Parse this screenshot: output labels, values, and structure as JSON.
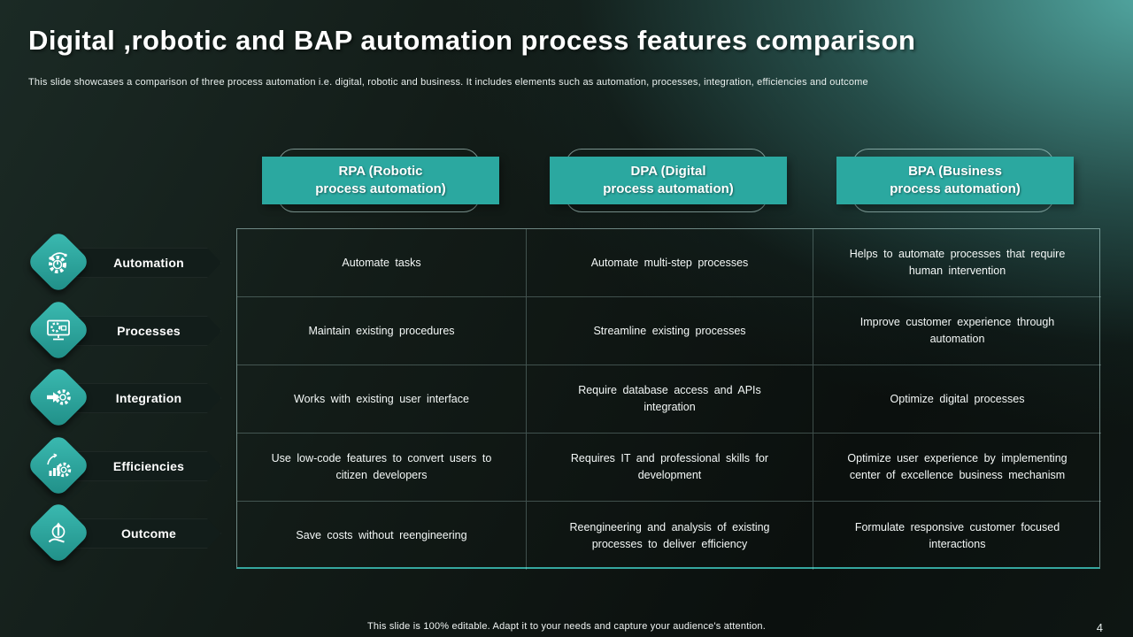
{
  "slide": {
    "title": "Digital ,robotic and BAP automation process features comparison",
    "subtitle": "This slide showcases a comparison of three process automation i.e. digital, robotic and business. It includes elements such as automation, processes, integration, efficiencies and outcome",
    "footer_note": "This slide is 100% editable.  Adapt it to your needs and capture your audience's attention.",
    "page_number": "4"
  },
  "colors": {
    "accent_teal": "#2BA8A0",
    "banner_dark": "#121D1A",
    "background_dark": "#0C110F",
    "text": "#FFFFFF"
  },
  "column_headers": [
    {
      "lines": [
        "RPA (Robotic",
        "process automation)"
      ]
    },
    {
      "lines": [
        "DPA (Digital",
        "process automation)"
      ]
    },
    {
      "lines": [
        "BPA (Business",
        "process automation)"
      ]
    }
  ],
  "rows": [
    {
      "label": "Automation",
      "icon": "automation-gear-icon",
      "cells": [
        "Automate tasks",
        "Automate multi-step processes",
        "Helps to automate processes that require human intervention"
      ]
    },
    {
      "label": "Processes",
      "icon": "monitor-gear-icon",
      "cells": [
        "Maintain existing procedures",
        "Streamline existing processes",
        "Improve  customer experience through  automation"
      ]
    },
    {
      "label": "Integration",
      "icon": "arrow-into-gear-icon",
      "cells": [
        "Works with existing user interface",
        "Require database access and APIs integration",
        "Optimize digital processes"
      ]
    },
    {
      "label": "Efficiencies",
      "icon": "growth-chart-gear-icon",
      "cells": [
        "Use low-code features to convert users to citizen developers",
        "Requires IT and professional skills for development",
        "Optimize user experience by implementing center of excellence business mechanism"
      ]
    },
    {
      "label": "Outcome",
      "icon": "hand-arrow-up-icon",
      "cells": [
        "Save costs without reengineering",
        "Reengineering and analysis of existing processes to deliver efficiency",
        "Formulate responsive customer focused interactions"
      ]
    }
  ]
}
